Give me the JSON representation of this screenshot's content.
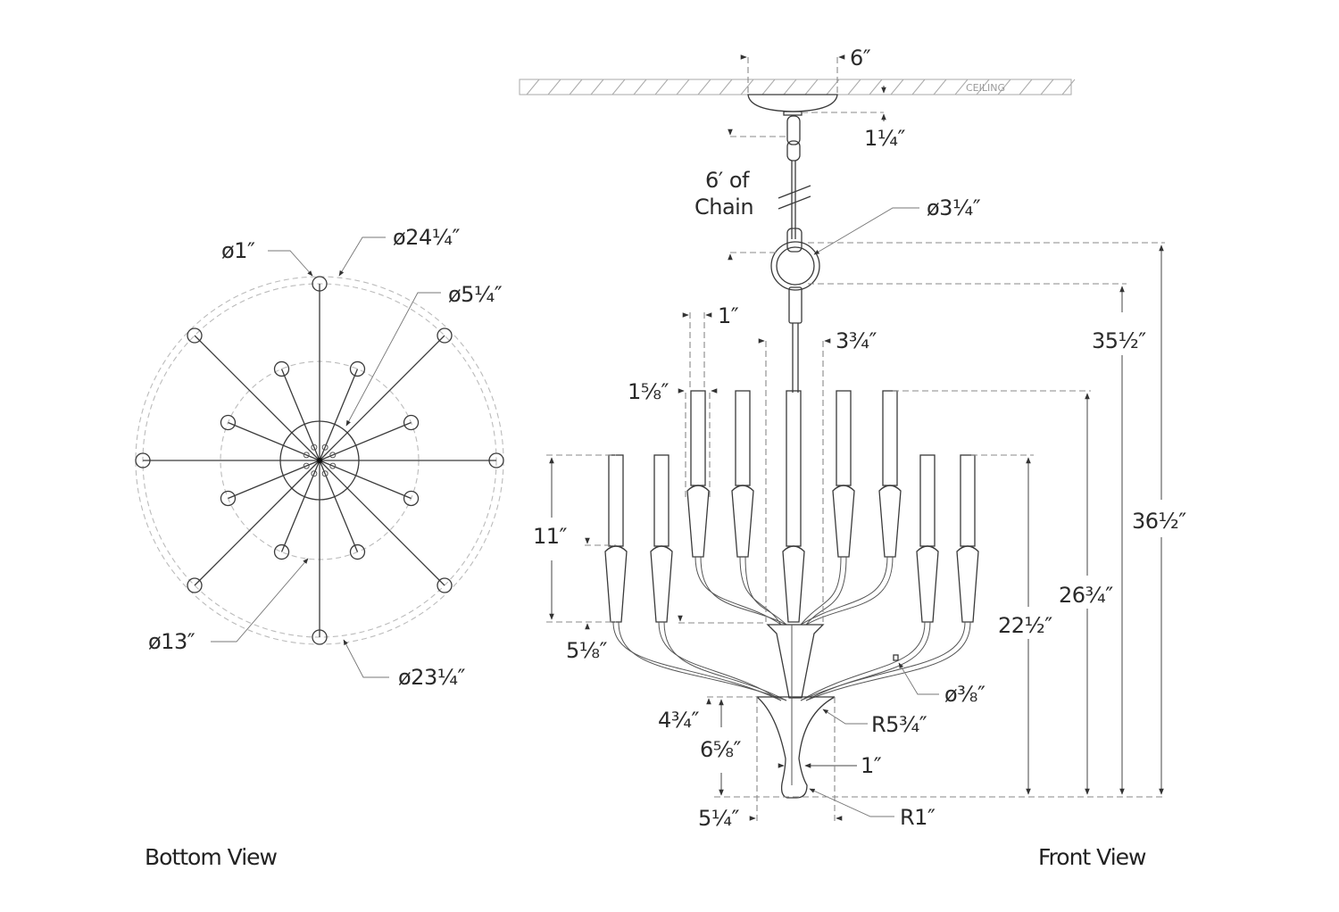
{
  "views": {
    "bottom": {
      "title": "Bottom View",
      "callouts": {
        "socket_cup_diameter": "ø1″",
        "outer_ring_diameter": "ø24¼″",
        "hub_diameter": "ø5¼″",
        "inner_ring_diameter": "ø13″",
        "outer_arm_circle_diameter": "ø23¼″"
      },
      "arm_counts": {
        "outer": 8,
        "inner": 8
      }
    },
    "front": {
      "title": "Front View",
      "ceiling_label": "CEILING",
      "chain_label_line1": "6′ of",
      "chain_label_line2": "Chain",
      "dimensions": {
        "canopy_width": "6″",
        "canopy_height": "1¼″",
        "ring_diameter": "ø3¼″",
        "candle_width": "1″",
        "cup_width": "1⅝″",
        "center_stem_spacing": "3¾″",
        "lower_candle_height": "11″",
        "cup_drop": "5⅛″",
        "arm_tube_diameter": "ø⅜″",
        "bowl_height": "4¾″",
        "bowl_radius": "R5¾″",
        "base_total_height": "6⅝″",
        "finial_width": "1″",
        "bowl_width": "5¼″",
        "finial_radius": "R1″",
        "height_lower_tier": "22½″",
        "height_upper_tier": "26¾″",
        "height_to_ring_bottom": "35½″",
        "overall_height": "36½″"
      }
    }
  }
}
